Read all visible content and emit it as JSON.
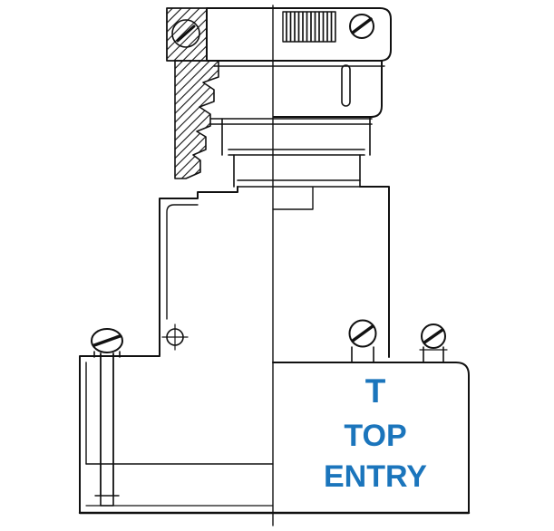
{
  "diagram": {
    "labels": {
      "code": "T",
      "line1": "TOP",
      "line2": "ENTRY"
    },
    "label_color": "#1b75bc",
    "line_color": "#111111"
  }
}
